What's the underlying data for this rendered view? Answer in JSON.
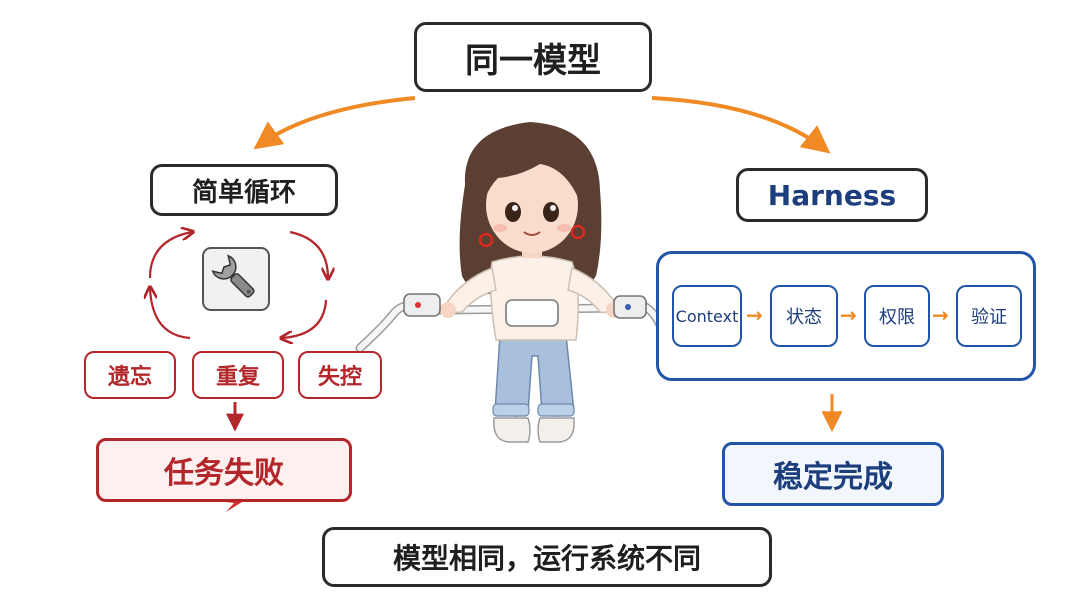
{
  "title": "同一模型",
  "left": {
    "heading": "简单循环",
    "tags": [
      "遗忘",
      "重复",
      "失控"
    ],
    "result": "任务失败"
  },
  "right": {
    "heading": "Harness",
    "steps": [
      "Context",
      "状态",
      "权限",
      "验证"
    ],
    "result": "稳定完成"
  },
  "footer": "模型相同，运行系统不同",
  "icons": {
    "tool": "wrench-icon",
    "character": "girl-holding-cable-illustration"
  },
  "colors": {
    "arrow_orange": "#f08a24",
    "fail_red": "#b3262a",
    "harness_blue": "#2255a8",
    "ink": "#2b2b2b"
  }
}
